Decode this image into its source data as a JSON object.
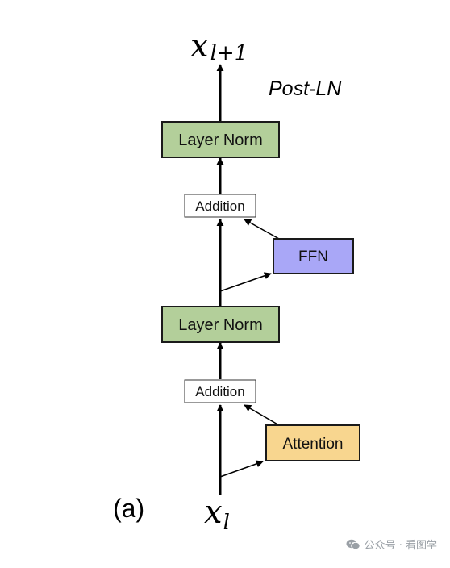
{
  "diagram": {
    "title": "Post-LN",
    "panel_label": "(a)",
    "output_symbol": {
      "base": "x",
      "subscript": "l+1"
    },
    "input_symbol": {
      "base": "x",
      "subscript": "l"
    },
    "blocks": {
      "layer_norm_top": "Layer Norm",
      "addition_top": "Addition",
      "ffn": "FFN",
      "layer_norm_bottom": "Layer Norm",
      "addition_bottom": "Addition",
      "attention": "Attention"
    },
    "colors": {
      "layer_norm_fill": "#b3cf9a",
      "ffn_fill": "#a9a7f7",
      "attention_fill": "#f8d68f",
      "addition_fill": "#ffffff",
      "stroke": "#1a1a1a"
    }
  },
  "watermark": {
    "text": "公众号 · 看图学",
    "icon": "wechat-icon"
  }
}
